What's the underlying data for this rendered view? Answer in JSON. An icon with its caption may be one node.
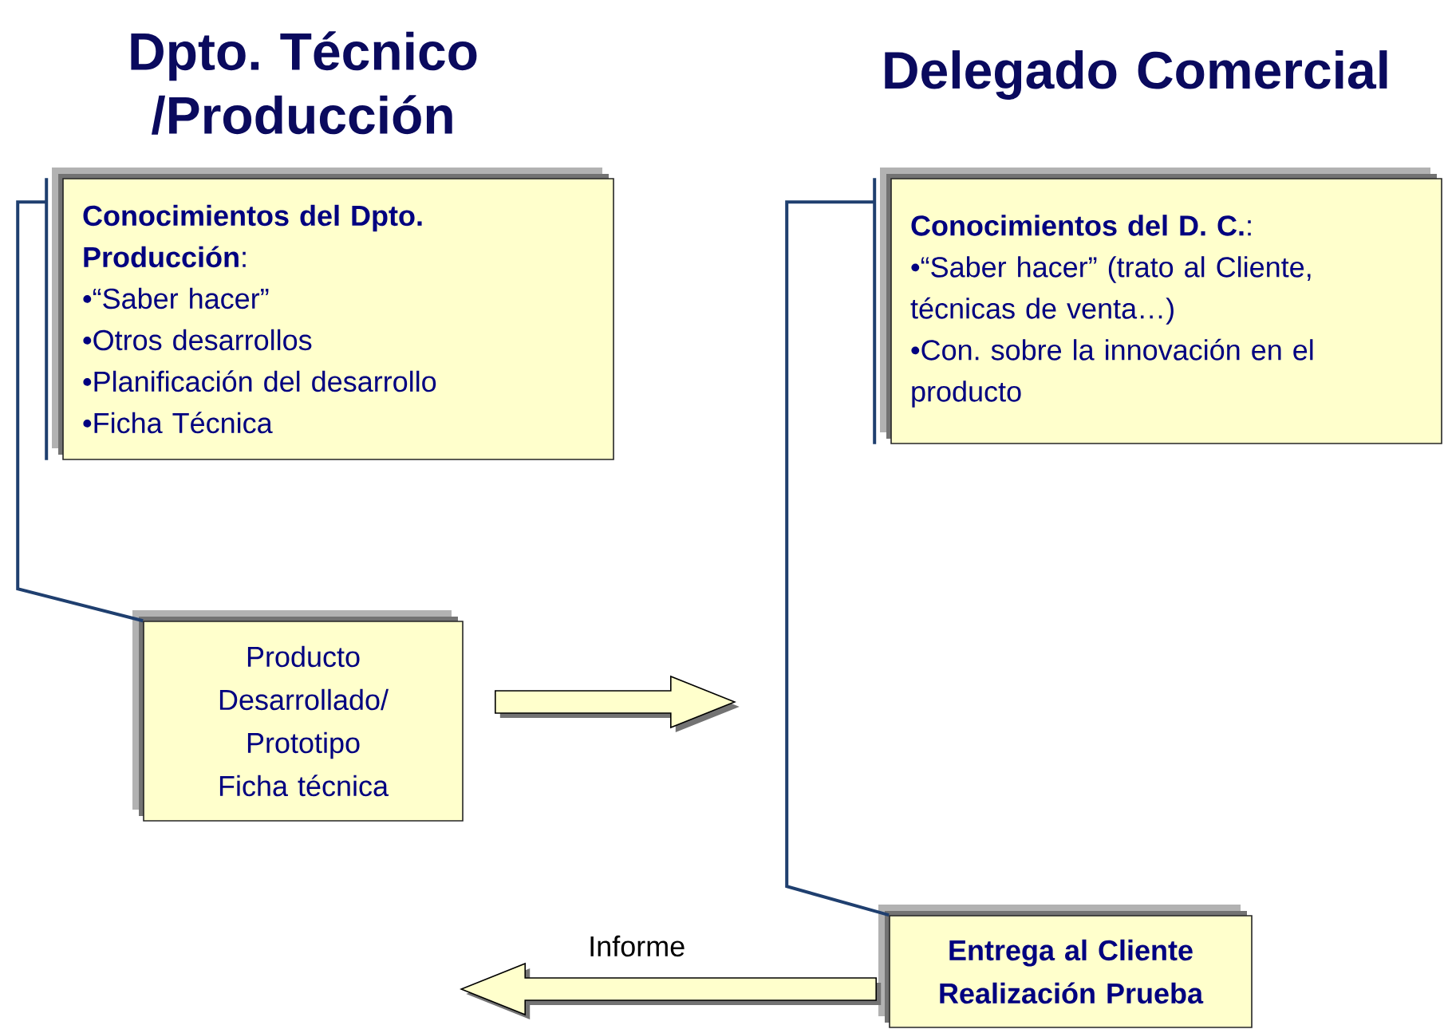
{
  "diagram": {
    "nodes": [
      {
        "text": [
          "**Conocimientos del Dpto. Producción**:",
          "•“Saber hacer”",
          "•Otros desarrollos",
          "•Planificación del desarrollo",
          "•Ficha Técnica"
        ]
      },
      {
        "text": [
          "Producto Desarrollado/ Prototipo Ficha técnica"
        ]
      },
      {
        "text": [
          "**Conocimientos del D. C.**:",
          "•“Saber hacer” (trato al Cliente, técnicas de venta…)",
          "•Con. sobre la innovación en el producto"
        ]
      },
      {
        "text": [
          "Entrega al Cliente Realización Prueba"
        ]
      }
    ],
    "edges": [
      {
        "from": 0,
        "to": 1,
        "arrow": "none"
      },
      {
        "from": 2,
        "to": 3,
        "arrow": "none"
      },
      {
        "from": 1,
        "to": null,
        "arrow": "to"
      },
      {
        "from": 3,
        "to": null,
        "arrow": "to",
        "label": "Informe"
      }
    ],
    "labels": [
      "Dpto. Técnico /Producción",
      "Delegado Comercial"
    ]
  }
}
